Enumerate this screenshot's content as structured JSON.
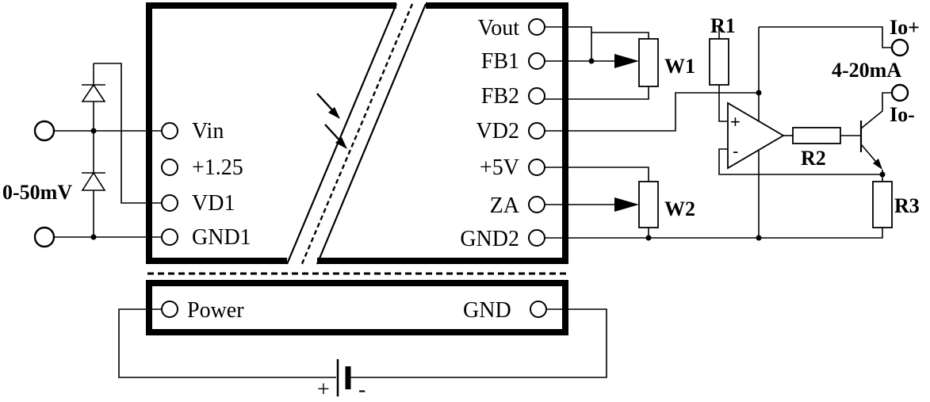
{
  "input": {
    "range_label": "0-50mV"
  },
  "left_pins": [
    "Vin",
    "+1.25",
    "VD1",
    "GND1"
  ],
  "right_pins": [
    "Vout",
    "FB1",
    "FB2",
    "VD2",
    "+5V",
    "ZA",
    "GND2"
  ],
  "power_pins": {
    "left": "Power",
    "right": "GND"
  },
  "components": {
    "w1": "W1",
    "w2": "W2",
    "r1": "R1",
    "r2": "R2",
    "r3": "R3"
  },
  "opamp": {
    "plus": "+",
    "minus": "-"
  },
  "output": {
    "io_plus": "Io+",
    "io_minus": "Io-",
    "range_label": "4-20mA"
  },
  "battery": {
    "plus": "+",
    "minus": "-"
  },
  "colors": {
    "ink": "#000000",
    "paper": "#ffffff"
  }
}
